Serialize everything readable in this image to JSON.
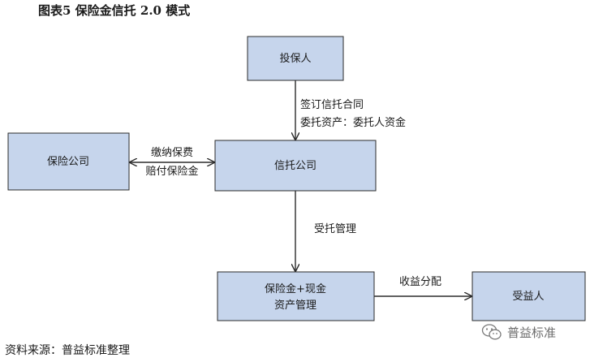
{
  "figure": {
    "title": "图表5  保险金信托 2.0 模式",
    "source": "资料来源：普益标准整理",
    "watermark": "普益标准"
  },
  "nodes": {
    "settlor": "投保人",
    "insurer": "保险公司",
    "trust_company": "信托公司",
    "asset_mgmt_line1": "保险金+现金",
    "asset_mgmt_line2": "资产管理",
    "beneficiary": "受益人"
  },
  "edges": {
    "settlor_to_trust_line1": "签订信托合同",
    "settlor_to_trust_line2": "委托资产：委托人资金",
    "insurer_trust_line1": "缴纳保费",
    "insurer_trust_line2": "赔付保险金",
    "trust_to_asset": "受托管理",
    "asset_to_beneficiary": "收益分配"
  },
  "icons": {
    "watermark": "wechat-icon"
  }
}
